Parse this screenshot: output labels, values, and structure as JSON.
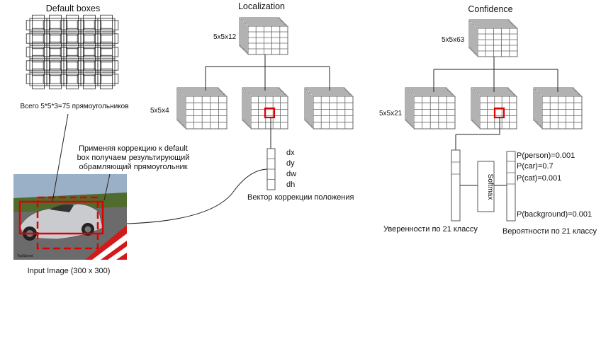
{
  "titles": {
    "default_boxes": "Default boxes",
    "localization": "Localization",
    "confidence": "Confidence"
  },
  "shapes": {
    "loc_top": "5x5x12",
    "loc_bottom": "5x5x4",
    "conf_top": "5x5x63",
    "conf_bottom": "5x5x21"
  },
  "default_boxes_caption": "Всего 5*5*3=75 прямоугольников",
  "correction_note": [
    "Применяя коррекцию к default",
    "box получаем результирующий",
    "обрамляющий прямоугольник"
  ],
  "input_image_caption": "Input Image (300 x 300)",
  "photo_watermark": "TopSpeed",
  "offset_vector": {
    "labels": [
      "dx",
      "dy",
      "dw",
      "dh"
    ],
    "caption": "Вектор коррекции положения"
  },
  "softmax_label": "Softmax",
  "confidence_caption": "Уверенности по 21 классу",
  "probabilities": {
    "labels": [
      "P(person)=0.001",
      "P(car)=0.7",
      "P(cat)=0.001",
      "P(background)=0.001"
    ],
    "caption": "Вероятности по 21 классу"
  },
  "colors": {
    "highlight": "#e00000",
    "sky": "#9ab0c6",
    "grass": "#4f6b2e",
    "track": "#6b6b6b",
    "curb_red": "#d21a1a",
    "car": "#c9cbcf"
  }
}
